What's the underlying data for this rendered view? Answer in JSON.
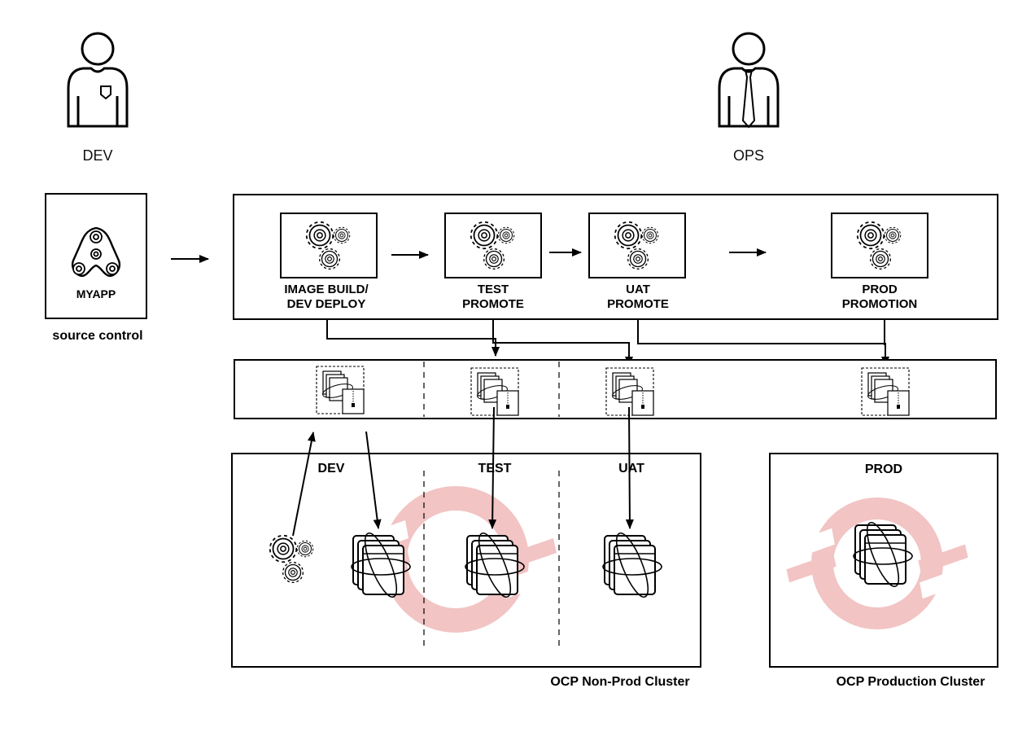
{
  "personas": {
    "dev": {
      "label": "DEV",
      "icon": "developer-person-icon"
    },
    "ops": {
      "label": "OPS",
      "icon": "ops-person-with-tie-icon"
    }
  },
  "source_control": {
    "app_label": "MYAPP",
    "caption": "source control",
    "icon": "git-pipeline-icon"
  },
  "pipeline": {
    "stages": [
      {
        "line1": "IMAGE BUILD/",
        "line2": "DEV DEPLOY",
        "icon": "gears-icon"
      },
      {
        "line1": "TEST",
        "line2": "PROMOTE",
        "icon": "gears-icon"
      },
      {
        "line1": "UAT",
        "line2": "PROMOTE",
        "icon": "gears-icon"
      },
      {
        "line1": "PROD",
        "line2": "PROMOTION",
        "icon": "gears-icon"
      }
    ]
  },
  "registry": {
    "images": [
      {
        "icon": "container-image-icon"
      },
      {
        "icon": "container-image-icon"
      },
      {
        "icon": "container-image-icon"
      },
      {
        "icon": "container-image-icon"
      }
    ]
  },
  "clusters": {
    "nonprod": {
      "caption": "OCP Non-Prod Cluster",
      "zones": [
        "DEV",
        "TEST",
        "UAT"
      ]
    },
    "prod": {
      "caption": "OCP Production Cluster",
      "zone": "PROD"
    }
  },
  "colors": {
    "line": "#000000",
    "openshift_logo": "#f2c4c4",
    "background": "#ffffff"
  }
}
